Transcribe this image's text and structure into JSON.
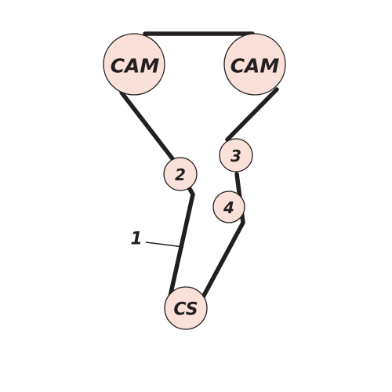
{
  "diagram": {
    "pulleys": {
      "cam_left": "CAM",
      "cam_right": "CAM",
      "idler_2": "2",
      "idler_3": "3",
      "idler_4": "4",
      "crankshaft": "CS"
    },
    "callouts": {
      "belt": "1"
    }
  }
}
